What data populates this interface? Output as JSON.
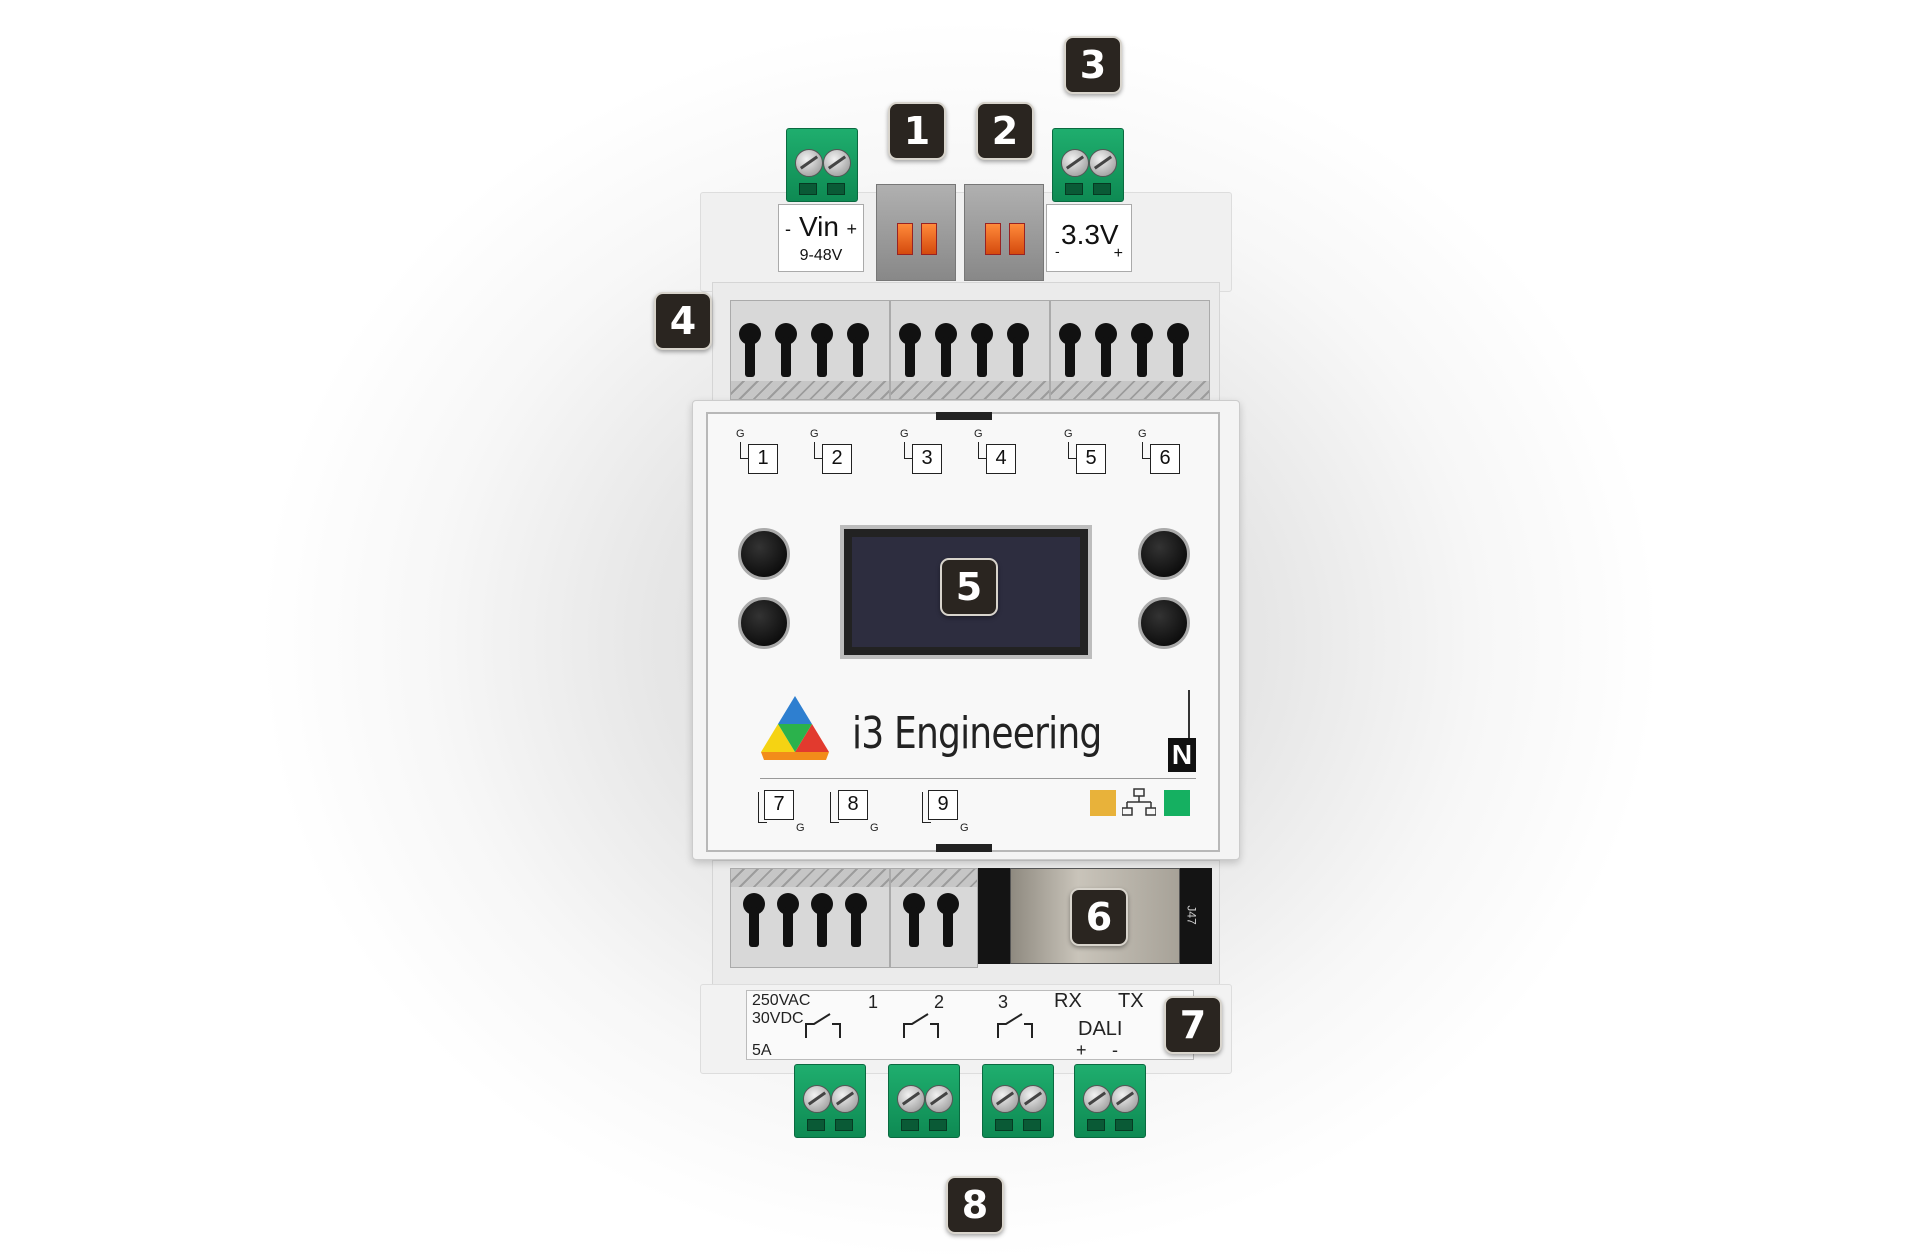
{
  "callouts": [
    "1",
    "2",
    "3",
    "4",
    "5",
    "6",
    "7",
    "8"
  ],
  "top_labels": {
    "vin_main": "Vin",
    "vin_minus": "-",
    "vin_plus": "+",
    "vin_range": "9-48V",
    "v33": "3.3V",
    "v33_minus": "-",
    "v33_plus": "+"
  },
  "channels_top": [
    "1",
    "2",
    "3",
    "4",
    "5",
    "6"
  ],
  "channels_bottom": [
    "7",
    "8",
    "9"
  ],
  "ground_mark": "G",
  "brand": {
    "name": "i3 Engineering",
    "logo_colors": [
      "#2e7fd0",
      "#f5d313",
      "#e23a2e",
      "#2bb24c",
      "#f28c1a"
    ]
  },
  "n_badge": "N",
  "status_colors": {
    "amber": "#e8b23a",
    "green": "#15b061"
  },
  "network_icon": "ethernet-icon",
  "rj_port_text": "J47",
  "relay_labels": {
    "rating_1": "250VAC",
    "rating_2": "30VDC",
    "rating_3": "5A",
    "r1": "1",
    "r2": "2",
    "r3": "3",
    "rx": "RX",
    "tx": "TX",
    "dali": "DALI",
    "plus": "+",
    "minus": "-"
  }
}
